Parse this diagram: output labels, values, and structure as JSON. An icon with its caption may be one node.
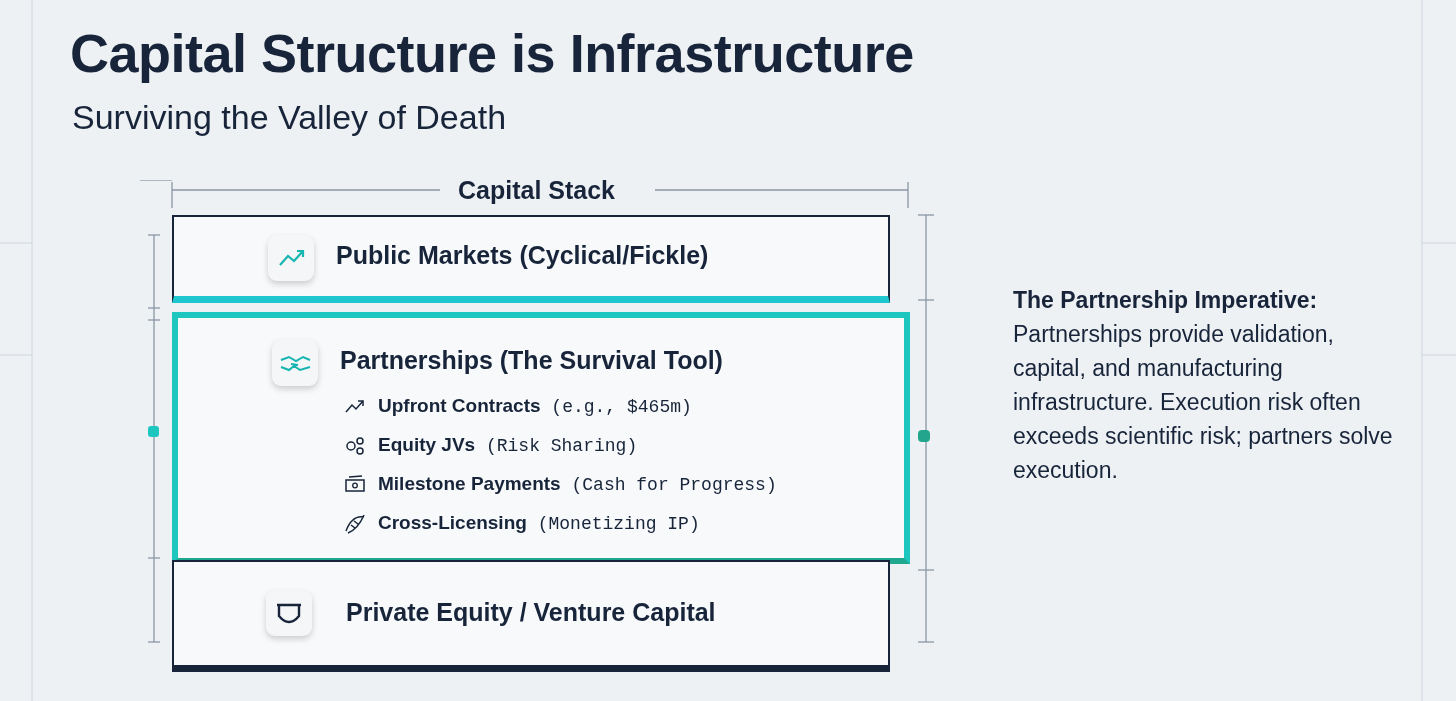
{
  "diagram": {
    "title": "Capital Structure is Infrastructure",
    "nodes": [
      {
        "text": [
          "Public Markets (Cyclical/Fickle)"
        ]
      },
      {
        "text": [
          "Partnerships (The Survival Tool)",
          "**Upfront Contracts** (e.g., $465m)",
          "**Equity JVs** (Risk Sharing)",
          "**Milestone Payments** (Cash for Progress)",
          "**Cross-Licensing** (Monetizing IP)"
        ]
      },
      {
        "text": [
          "Private Equity / Venture Capital"
        ]
      }
    ],
    "labels": [
      "Surviving the Valley of Death",
      "Capital Stack",
      "**The Partnership Imperative:** Partnerships provide validation, capital, and manufacturing infrastructure. Execution risk often exceeds scientific risk; partners solve execution."
    ]
  }
}
